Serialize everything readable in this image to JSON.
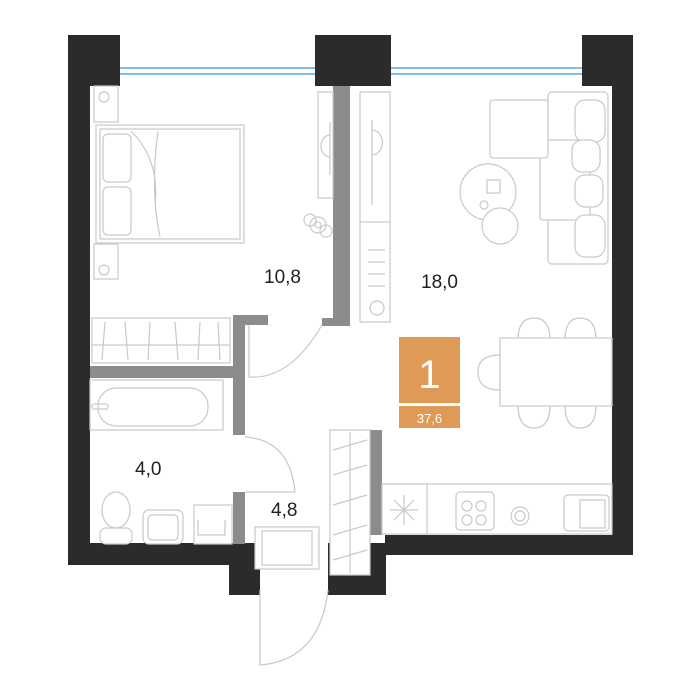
{
  "plan": {
    "rooms_count": "1",
    "total_area": "37,6",
    "rooms": [
      {
        "name": "bedroom",
        "area": "10,8"
      },
      {
        "name": "living-kitchen",
        "area": "18,0"
      },
      {
        "name": "bathroom",
        "area": "4,0"
      },
      {
        "name": "hallway",
        "area": "4,8"
      }
    ]
  },
  "colors": {
    "badge": "#e09a57",
    "wall": "#2b2b2b",
    "inner_wall": "#8c8c8c",
    "window": "#5aa6dc"
  }
}
